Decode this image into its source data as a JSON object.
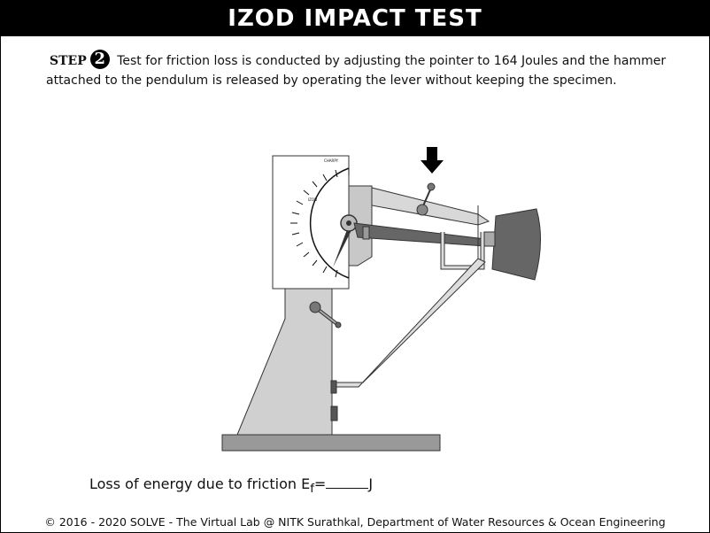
{
  "title": "IZOD IMPACT TEST",
  "step": {
    "label": "STEP",
    "number": "2",
    "text": "Test for friction loss is conducted by adjusting the pointer to 164 Joules and the hammer attached to the pendulum is released by operating the lever without keeping the specimen."
  },
  "dial": {
    "top_label": "CHARPY",
    "inner_label": "IZOD"
  },
  "result": {
    "prefix": "Loss of energy due to friction E",
    "subscript": "f",
    "equals": "=",
    "unit": "J"
  },
  "footer": "© 2016 - 2020 SOLVE - The Virtual Lab @ NITK Surathkal, Department of Water Resources & Ocean Engineering",
  "icons": [
    "down-arrow-icon"
  ]
}
